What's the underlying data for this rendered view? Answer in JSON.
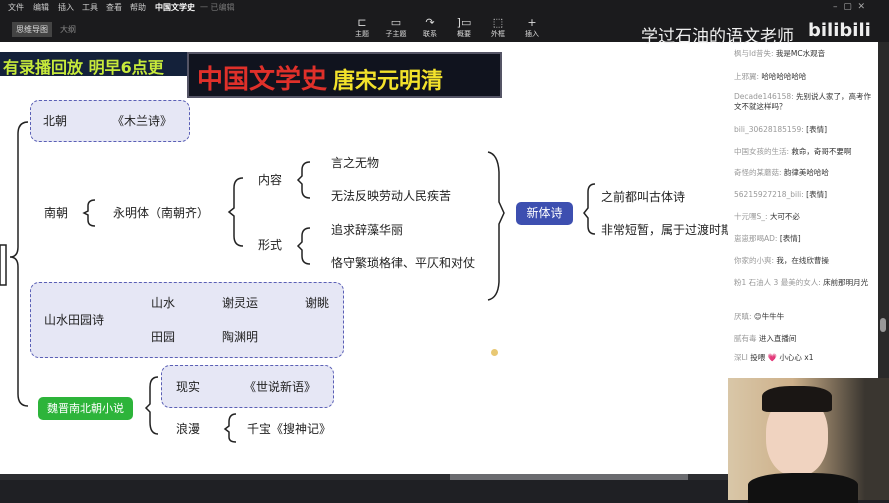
{
  "menu": [
    "文件",
    "编辑",
    "插入",
    "工具",
    "查看",
    "帮助"
  ],
  "doc_title": "中国文学史",
  "doc_status": "一 已编辑",
  "view_tabs": [
    "思维导图",
    "大纲"
  ],
  "toolbar": [
    {
      "icon": "topic-icon",
      "label": "主题"
    },
    {
      "icon": "subtopic-icon",
      "label": "子主题"
    },
    {
      "icon": "relation-icon",
      "label": "联系"
    },
    {
      "icon": "summary-icon",
      "label": "概要"
    },
    {
      "icon": "boundary-icon",
      "label": "外框"
    },
    {
      "icon": "plus-icon",
      "label": "插入"
    }
  ],
  "watermark": "学过石油的语文老师",
  "logo": "bilibili",
  "banner_left": "有录播回放 明早6点更",
  "banner_title": {
    "red": "中国文学史",
    "yellow": "唐宋元明清"
  },
  "map": {
    "beichao": "北朝",
    "mulan": "《木兰诗》",
    "nanchao": "南朝",
    "yongming": "永明体（南朝齐）",
    "neirong": "内容",
    "n1": "言之无物",
    "n2": "无法反映劳动人民疾苦",
    "xingshi": "形式",
    "x1": "追求辞藻华丽",
    "x2": "恪守繁琐格律、平仄和对仗",
    "xintishi": "新体诗",
    "xt1": "之前都叫古体诗",
    "xt2": "非常短暂，属于过渡时期",
    "shanshui_tianyuan": "山水田园诗",
    "shanshui": "山水",
    "xielingyun": "谢灵运",
    "xietiao": "谢眺",
    "tianyuan": "田园",
    "taoyuanming": "陶渊明",
    "xiaoshuo": "魏晋南北朝小说",
    "xianshi": "现实",
    "shishuo": "《世说新语》",
    "langman": "浪漫",
    "soushen": "千宝《搜神记》"
  },
  "chat": [
    {
      "user": "枫与Id昔失:",
      "text": "我是MC水观音"
    },
    {
      "user": "上邪翼:",
      "text": "哈哈哈哈哈哈"
    },
    {
      "user": "Decade146158:",
      "text": "先别说人家了，高考作文不就这样吗？"
    },
    {
      "user": "bili_30628185159:",
      "text": "[表情]"
    },
    {
      "user": "中国女孩的生活:",
      "text": "救命，奇哥不要啊"
    },
    {
      "user": "奇怪的某蘑菇:",
      "text": "韵律美哈哈哈"
    },
    {
      "user": "56215927218_bili:",
      "text": "[表情]"
    },
    {
      "user": "十元嘿S_:",
      "text": "大可不必"
    },
    {
      "user": "崽崽那喝AD:",
      "text": "[表情]"
    },
    {
      "user": "你家的小爽:",
      "text": "我，在线欣曹操"
    },
    {
      "user": "粉1 石油人 3 最美的女人:",
      "text": "床前那明月光"
    },
    {
      "user": "厌瞋:",
      "text": "😊牛牛牛"
    },
    {
      "user": "腻有毒",
      "text": "进入直播间"
    },
    {
      "user": "深LI",
      "text": "投喂 💗 小心心 x1"
    }
  ],
  "colors": {
    "node_blue": "#3d4fb0",
    "node_green": "#2db43a",
    "banner_red": "#e0302a",
    "banner_yellow": "#f3e22b"
  }
}
